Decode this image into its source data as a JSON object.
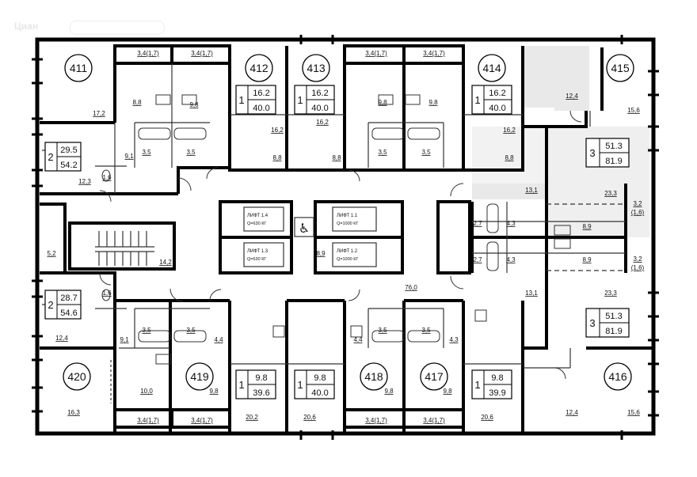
{
  "watermark": "Циан",
  "units": [
    {
      "num": "411"
    },
    {
      "num": "412"
    },
    {
      "num": "413"
    },
    {
      "num": "414"
    },
    {
      "num": "415"
    },
    {
      "num": "416"
    },
    {
      "num": "417"
    },
    {
      "num": "418"
    },
    {
      "num": "419"
    },
    {
      "num": "420"
    }
  ],
  "unit_info": [
    {
      "rooms": "1",
      "living": "16.2",
      "total": "40.0"
    },
    {
      "rooms": "1",
      "living": "16.2",
      "total": "40.0"
    },
    {
      "rooms": "1",
      "living": "16.2",
      "total": "40.0"
    },
    {
      "rooms": "3",
      "living": "51.3",
      "total": "81.9"
    },
    {
      "rooms": "2",
      "living": "29.5",
      "total": "54.2"
    },
    {
      "rooms": "2",
      "living": "28.7",
      "total": "54.6"
    },
    {
      "rooms": "3",
      "living": "51.3",
      "total": "81.9"
    },
    {
      "rooms": "1",
      "living": "9.8",
      "total": "39.6"
    },
    {
      "rooms": "1",
      "living": "9.8",
      "total": "40.0"
    },
    {
      "rooms": "1",
      "living": "9.8",
      "total": "39.9"
    }
  ],
  "areas": [
    "3,4(1,7)",
    "3,4(1,7)",
    "3,4(1,7)",
    "3,4(1,7)",
    "17,2",
    "8,8",
    "9,8",
    "16,2",
    "16,2",
    "9,8",
    "9,8",
    "16,2",
    "12,4",
    "15,6",
    "9,1",
    "12,3",
    "1,6",
    "3,5",
    "3,5",
    "8,8",
    "8,8",
    "3,5",
    "3,5",
    "8,8",
    "13,1",
    "23,3",
    "3,2",
    "(1,6)",
    "2,7",
    "4,3",
    "8,9",
    "2,7",
    "4,3",
    "8,9",
    "3,2",
    "(1,6)",
    "5,2",
    "14,2",
    "8,9",
    "76,0",
    "1,6",
    "12,4",
    "9,1",
    "3,5",
    "3,5",
    "4,4",
    "4,4",
    "3,5",
    "3,5",
    "4,3",
    "13,1",
    "23,3",
    "10,0",
    "16,3",
    "9,8",
    "20,2",
    "20,6",
    "9,8",
    "9,8",
    "20,6",
    "12,4",
    "15,6",
    "3,4(1,7)",
    "3,4(1,7)",
    "3,4(1,7)",
    "3,4(1,7)"
  ],
  "lifts": [
    {
      "name": "ЛИФТ 1.4",
      "cap": "Q=630 КГ"
    },
    {
      "name": "ЛИФТ 1.1",
      "cap": "Q=1000 КГ"
    },
    {
      "name": "ЛИФТ 1.3",
      "cap": "Q=630 КГ"
    },
    {
      "name": "ЛИФТ 1.2",
      "cap": "Q=1000 КГ"
    }
  ],
  "accessibility_symbol": "♿"
}
